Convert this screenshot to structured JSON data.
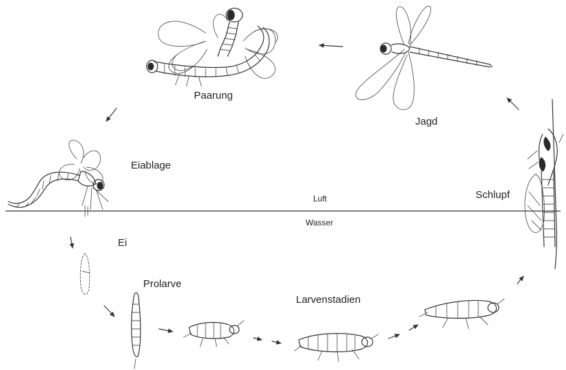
{
  "stages": {
    "paarung": "Paarung",
    "jagd": "Jagd",
    "eiablage": "Eiablage",
    "schlupf": "Schlupf",
    "ei": "Ei",
    "prolarve": "Prolarve",
    "larvenstadien": "Larvenstadien"
  },
  "boundary": {
    "above": "Luft",
    "below": "Wasser"
  },
  "colors": {
    "ink": "#333333",
    "background": "#ffffff"
  }
}
